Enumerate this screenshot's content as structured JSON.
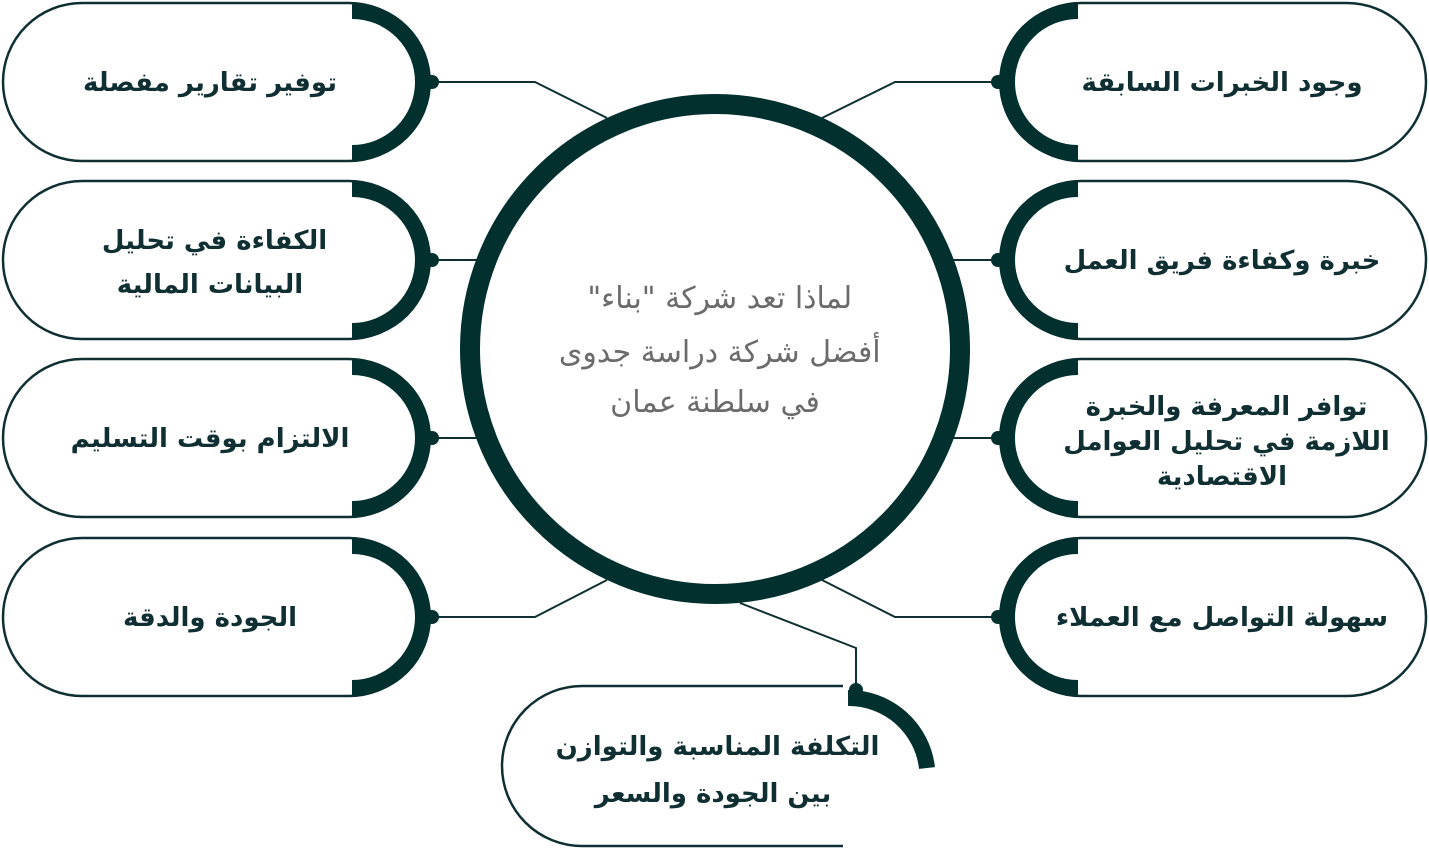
{
  "center": {
    "lines": [
      "لماذا تعد شركة \"بناء\"",
      "أفضل شركة دراسة جدوى",
      "في سلطنة عمان"
    ]
  },
  "right_items": [
    {
      "lines": [
        "وجود الخبرات السابقة"
      ]
    },
    {
      "lines": [
        "خبرة وكفاءة فريق العمل"
      ]
    },
    {
      "lines": [
        "توافر المعرفة والخبرة",
        "اللازمة في تحليل العوامل",
        "الاقتصادية"
      ]
    },
    {
      "lines": [
        "سهولة التواصل مع العملاء"
      ]
    }
  ],
  "left_items": [
    {
      "lines": [
        "توفير تقارير مفصلة"
      ]
    },
    {
      "lines": [
        "الكفاءة في تحليل",
        "البيانات المالية"
      ]
    },
    {
      "lines": [
        "الالتزام بوقت التسليم"
      ]
    },
    {
      "lines": [
        "الجودة والدقة"
      ]
    }
  ],
  "bottom_item": {
    "lines": [
      "التكلفة المناسبة والتوازن",
      "بين الجودة والسعر"
    ]
  },
  "colors": {
    "dark": "#02302f",
    "outline": "#0f2f33",
    "center_text": "#6b6b6b"
  }
}
